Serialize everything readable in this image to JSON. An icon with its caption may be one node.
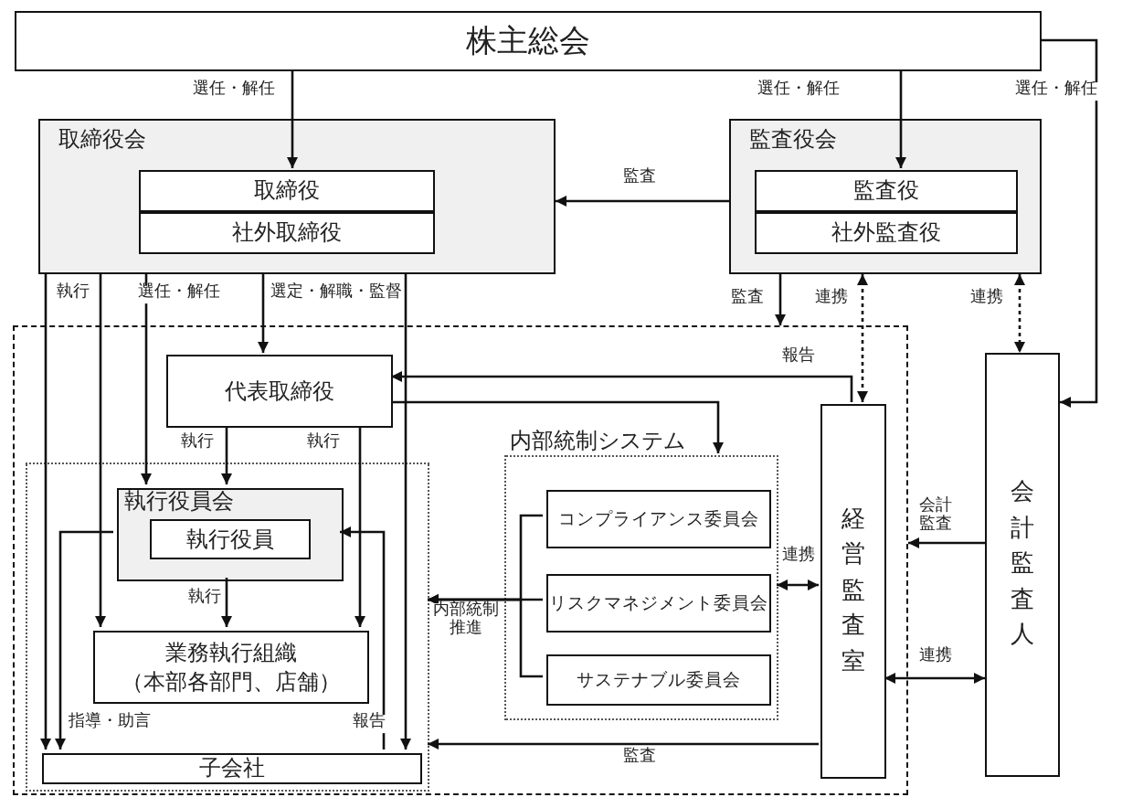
{
  "diagram": {
    "nodes": [
      {
        "text": [
          "株主総会"
        ]
      },
      {
        "text": [
          "取締役会"
        ]
      },
      {
        "text": [
          "取締役"
        ],
        "in": 1
      },
      {
        "text": [
          "社外取締役"
        ],
        "in": 1
      },
      {
        "text": [
          "監査役会"
        ]
      },
      {
        "text": [
          "監査役"
        ],
        "in": 4
      },
      {
        "text": [
          "社外監査役"
        ],
        "in": 4
      },
      {
        "text": [],
        "shape": "box"
      },
      {
        "text": [
          "代表取締役"
        ],
        "in": 7
      },
      {
        "text": [],
        "shape": "box",
        "in": 7
      },
      {
        "text": [
          "執行役員会"
        ],
        "in": 9
      },
      {
        "text": [
          "執行役員"
        ],
        "in": 10
      },
      {
        "text": [
          "業務執行組織（本部各部門、店舗）"
        ],
        "in": 9
      },
      {
        "text": [
          "子会社"
        ],
        "in": 9
      },
      {
        "text": [
          "内部統制システム"
        ],
        "in": 7
      },
      {
        "text": [
          "コンプライアンス委員会"
        ],
        "in": 14
      },
      {
        "text": [
          "リスクマネジメント委員会"
        ],
        "in": 14
      },
      {
        "text": [
          "サステナブル委員会"
        ],
        "in": 14
      },
      {
        "text": [
          "経営監査室"
        ],
        "in": 7
      },
      {
        "text": [
          "会計監査人"
        ]
      }
    ],
    "edges": [
      {
        "from": 0,
        "to": 2,
        "arrow": "to",
        "label": "選任・解任"
      },
      {
        "from": 0,
        "to": 5,
        "arrow": "to",
        "label": "選任・解任"
      },
      {
        "from": 0,
        "to": 19,
        "arrow": "to",
        "label": "選任・解任"
      },
      {
        "from": 4,
        "to": 1,
        "arrow": "to",
        "label": "監査"
      },
      {
        "from": 4,
        "to": 7,
        "arrow": "to",
        "label": "監査"
      },
      {
        "from": 4,
        "to": 18,
        "arrow": "both",
        "label": "連携",
        "style": "dashed"
      },
      {
        "from": 4,
        "to": 19,
        "arrow": "both",
        "label": "連携",
        "style": "dashed"
      },
      {
        "from": 1,
        "to": 13,
        "arrow": "to",
        "label": "執行"
      },
      {
        "from": 1,
        "to": 12,
        "arrow": "to"
      },
      {
        "from": 1,
        "to": 10,
        "arrow": "to",
        "label": "選任・解任"
      },
      {
        "from": 1,
        "to": 8,
        "arrow": "to",
        "label": "選定・解職・監督"
      },
      {
        "from": 1,
        "to": 13,
        "arrow": "to"
      },
      {
        "from": 8,
        "to": 10,
        "arrow": "to",
        "label": "執行"
      },
      {
        "from": 8,
        "to": 12,
        "arrow": "to",
        "label": "執行"
      },
      {
        "from": 8,
        "to": 14,
        "arrow": "to"
      },
      {
        "from": 18,
        "to": 8,
        "arrow": "to",
        "label": "報告"
      },
      {
        "from": 10,
        "to": 13,
        "arrow": "to",
        "label": "指導・助言"
      },
      {
        "from": 13,
        "to": 10,
        "arrow": "to",
        "label": "報告"
      },
      {
        "from": 10,
        "to": 12,
        "arrow": "to",
        "label": "執行"
      },
      {
        "from": 15,
        "to": 9,
        "arrow": "to"
      },
      {
        "from": 16,
        "to": 9,
        "arrow": "to",
        "label": "内部統制推進"
      },
      {
        "from": 17,
        "to": 9,
        "arrow": "to"
      },
      {
        "from": 14,
        "to": 18,
        "arrow": "both",
        "label": "連携"
      },
      {
        "from": 18,
        "to": 9,
        "arrow": "to",
        "label": "監査"
      },
      {
        "from": 19,
        "to": 7,
        "arrow": "to",
        "label": "会計監査"
      },
      {
        "from": 18,
        "to": 19,
        "arrow": "both",
        "label": "連携"
      }
    ]
  }
}
